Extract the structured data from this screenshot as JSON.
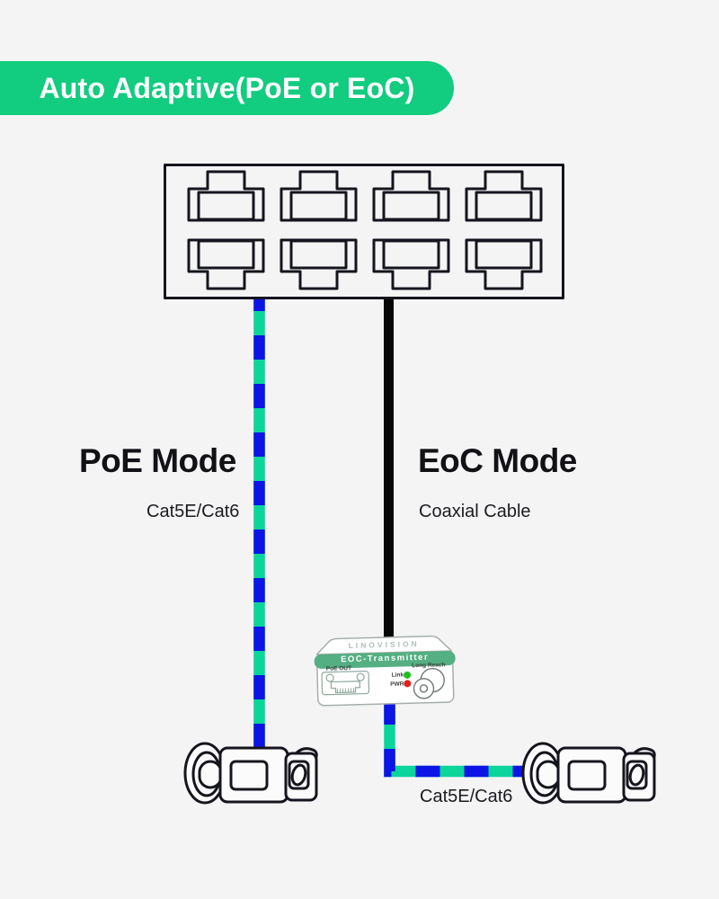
{
  "banner": {
    "label": "Auto Adaptive(PoE or EoC)"
  },
  "switch": {
    "port_count": 8,
    "rows": 2,
    "ports_per_row": 4
  },
  "modes": {
    "poe": {
      "title": "PoE Mode",
      "cable_label": "Cat5E/Cat6"
    },
    "eoc": {
      "title": "EoC Mode",
      "cable_label": "Coaxial Cable"
    }
  },
  "transmitter": {
    "brand": "LINOVISION",
    "model": "EOC-Transmitter",
    "port_label": "PoE OUT",
    "led_link_label": "Link",
    "led_pwr_label": "PWR",
    "connector_label": "Long Reach"
  },
  "bottom_cable_label": "Cat5E/Cat6",
  "colors": {
    "banner_green": "#12CC80",
    "cable_blue": "#0D15E6",
    "cable_green": "#0BD59A",
    "band_green": "#54AF82",
    "led_green": "#1DC11D",
    "led_red": "#E31E1E"
  }
}
